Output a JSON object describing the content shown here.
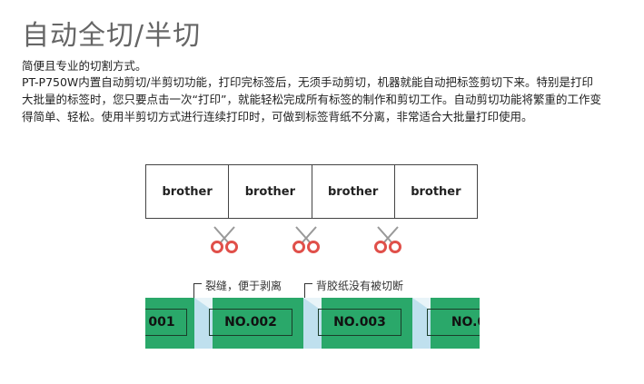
{
  "title": "自动全切/半切",
  "subtitle": "简便且专业的切割方式。",
  "paragraph": "PT-P750W内置自动剪切/半剪切功能，打印完标签后，无须手动剪切，机器就能自动把标签剪切下来。特别是打印大批量的标签时，您只要点击一次“打印”，就能轻松完成所有标签的制作和剪切工作。自动剪切功能将繁重的工作变得简单、轻松。使用半剪切方式进行连续打印时，可做到标签背纸不分离，非常适合大批量打印使用。",
  "strip_labels": [
    "brother",
    "brother",
    "brother",
    "brother"
  ],
  "notes": {
    "left": "裂缝，便于剥离",
    "right": "背胶纸没有被切断"
  },
  "tape_labels": [
    "001",
    "NO.002",
    "NO.003",
    "NO.0"
  ],
  "colors": {
    "tape_green": "#2aa86a",
    "scissor_red": "#e0504a",
    "peel_blue": "#bfe0ee"
  }
}
